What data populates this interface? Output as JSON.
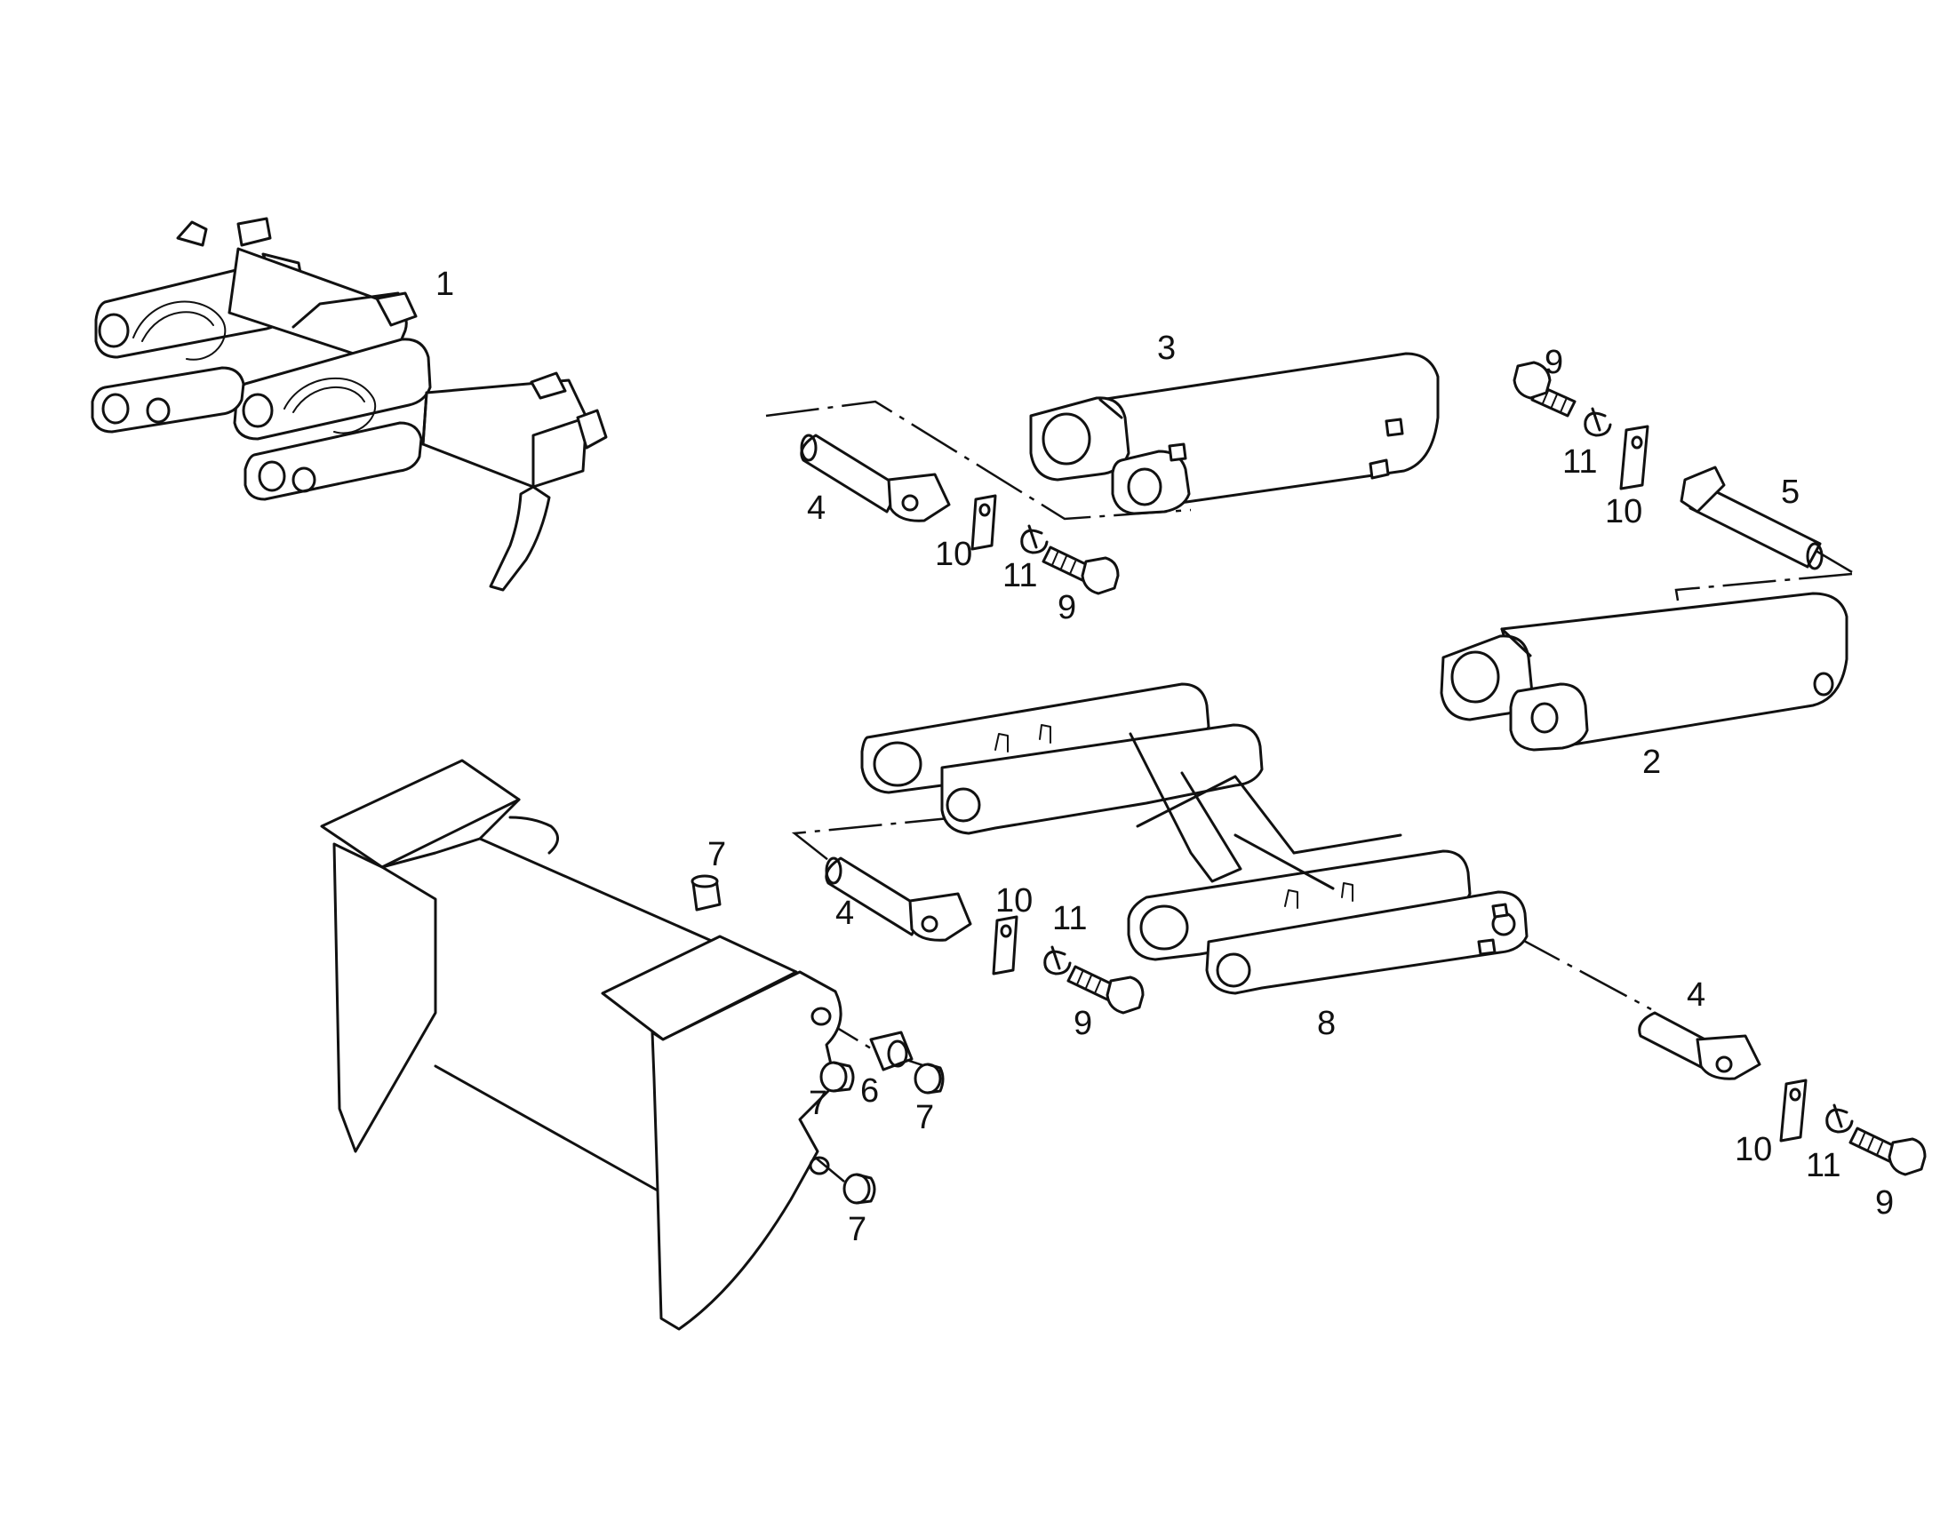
{
  "callouts": {
    "c1": "1",
    "c2": "2",
    "c3": "3",
    "c4a": "4",
    "c4b": "4",
    "c4c": "4",
    "c5": "5",
    "c6": "6",
    "c7a": "7",
    "c7b": "7",
    "c7c": "7",
    "c7d": "7",
    "c8": "8",
    "c9a": "9",
    "c9b": "9",
    "c9c": "9",
    "c9d": "9",
    "c10a": "10",
    "c10b": "10",
    "c10c": "10",
    "c10d": "10",
    "c11a": "11",
    "c11b": "11",
    "c11c": "11",
    "c11d": "11"
  }
}
